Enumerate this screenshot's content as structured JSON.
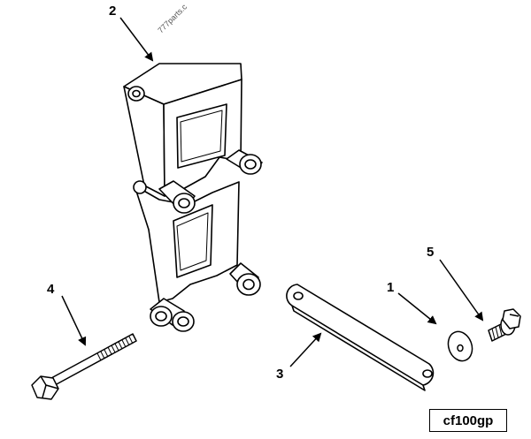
{
  "callouts": {
    "c1": "1",
    "c2": "2",
    "c3": "3",
    "c4": "4",
    "c5": "5"
  },
  "watermark": "777parts.c",
  "figure_code": "cf100gp",
  "colors": {
    "line": "#000000",
    "background": "#ffffff"
  }
}
